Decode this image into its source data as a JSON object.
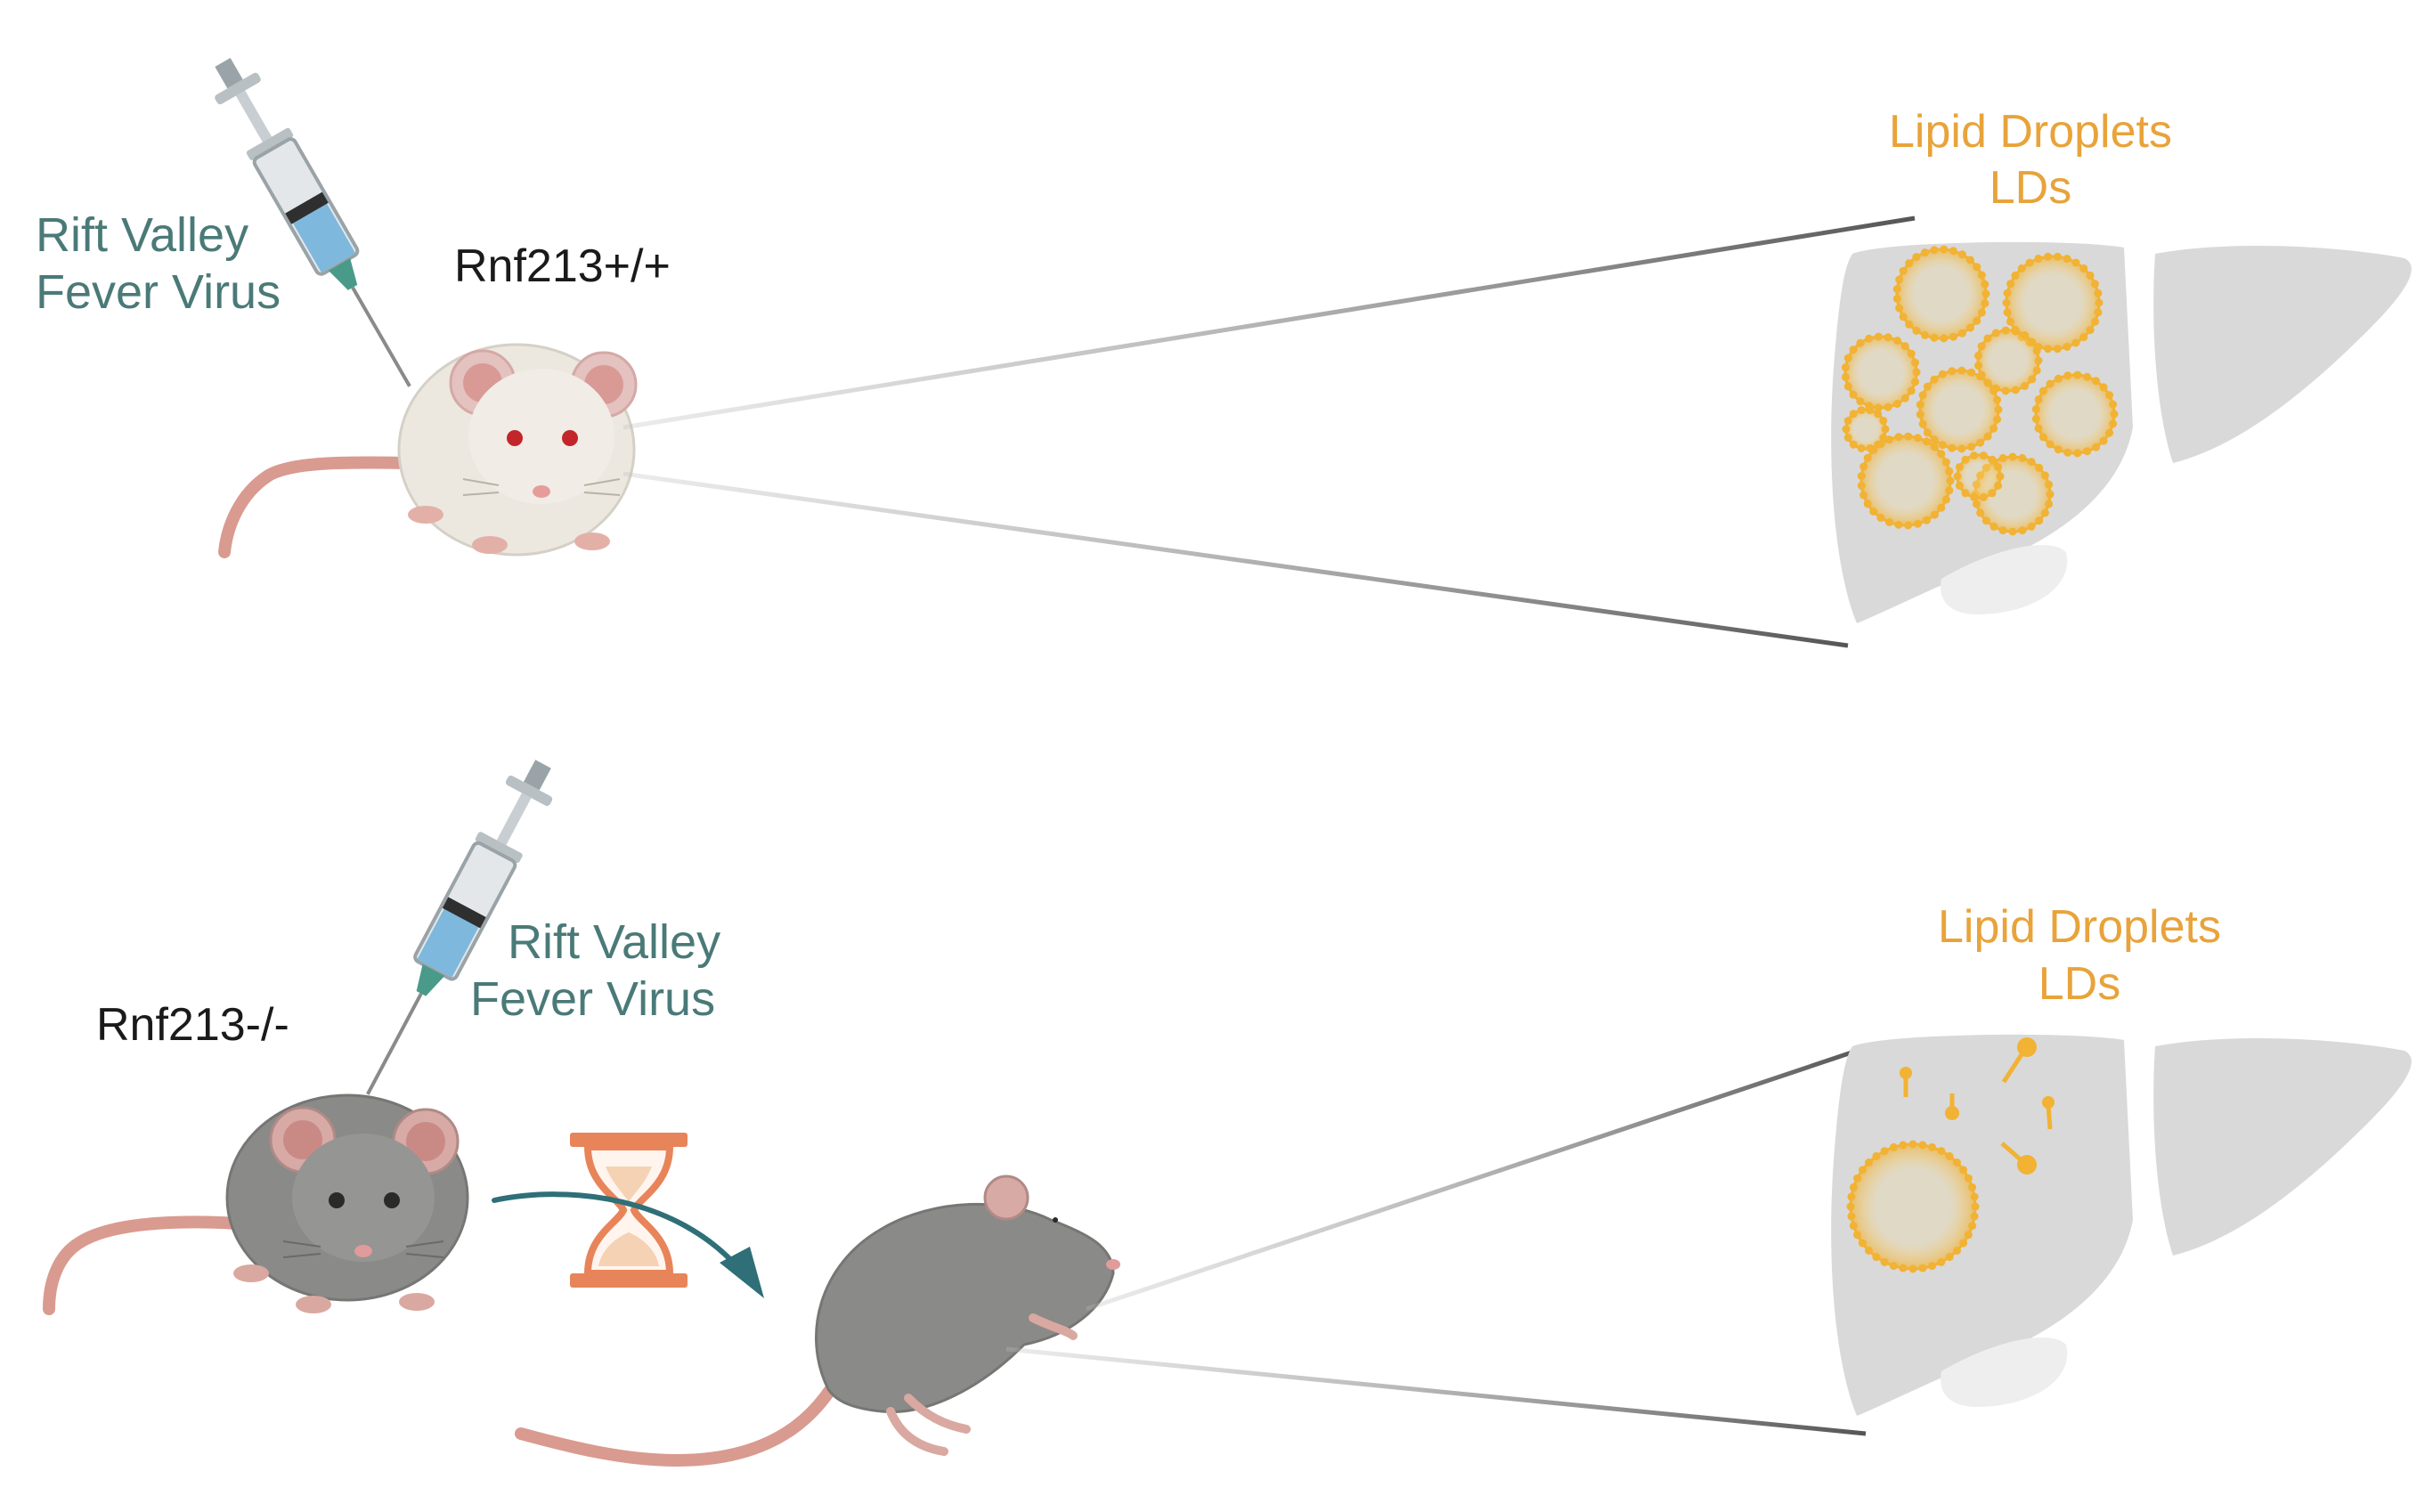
{
  "panels": [
    {
      "genotype": "Rnf213+/+",
      "virus_line1": "Rift Valley",
      "virus_line2": "Fever  Virus",
      "ld_line1": "Lipid Droplets",
      "ld_line2": "LDs"
    },
    {
      "genotype": "Rnf213-/-",
      "virus_line1": "Rift Valley",
      "virus_line2": "Fever  Virus",
      "ld_line1": "Lipid Droplets",
      "ld_line2": "LDs"
    }
  ],
  "colors": {
    "virus_text": "#4a7a78",
    "ld_text": "#e8a33a",
    "droplet": "#f2b233",
    "liver": "#d9d9d9",
    "mouse_white": "#ece8e0",
    "mouse_grey": "#8a8a88",
    "tail": "#d99a90",
    "hourglass": "#e8845a",
    "arrow": "#2f6f78"
  }
}
